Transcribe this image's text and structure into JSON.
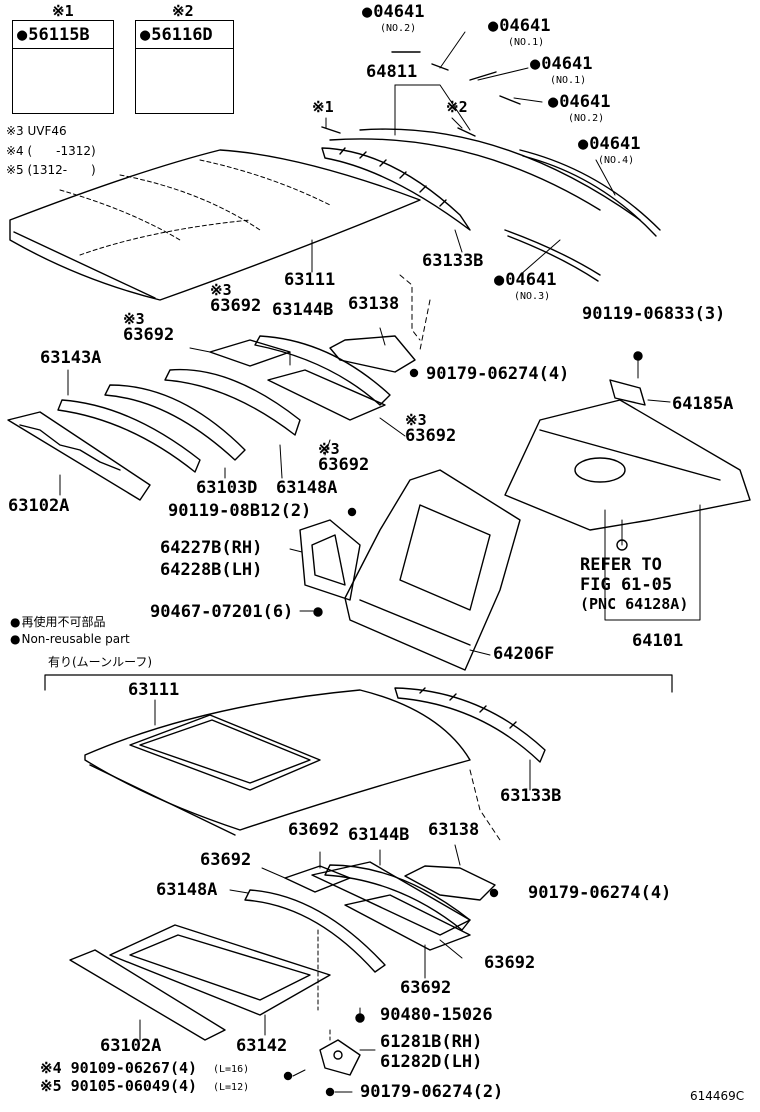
{
  "callout_boxes": [
    {
      "mark": "※1",
      "part": "56115B"
    },
    {
      "mark": "※2",
      "part": "56116D"
    }
  ],
  "notes": {
    "n3": "※3 UVF46",
    "n4": "※4 (　　-1312)",
    "n5": "※5 (1312-　　)"
  },
  "clip_labels": {
    "c1": {
      "part": "04641",
      "sub": "(NO.2)"
    },
    "c2": {
      "part": "04641",
      "sub": "(NO.1)"
    },
    "c3": {
      "part": "04641",
      "sub": "(NO.1)"
    },
    "c4": {
      "part": "04641",
      "sub": "(NO.2)"
    },
    "c5": {
      "part": "04641",
      "sub": "(NO.4)"
    },
    "c6": {
      "part": "04641",
      "sub": "(NO.3)"
    }
  },
  "labels": {
    "p64811": "64811",
    "mark1": "※1",
    "mark2": "※2",
    "p63111a": "63111",
    "p63133Ba": "63133B",
    "p63692a": "63692",
    "mark3a": "※3",
    "p63692b": "63692",
    "mark3b": "※3",
    "p63144Ba": "63144B",
    "p63138a": "63138",
    "p90179a": "90179-06274(4)",
    "p90119a": "90119-06833(3)",
    "p64185A": "64185A",
    "p63143A": "63143A",
    "p63692c": "63692",
    "mark3c": "※3",
    "p63692d": "63692",
    "mark3d": "※3",
    "p63102Aa": "63102A",
    "p63103D": "63103D",
    "p63148Aa": "63148A",
    "p90119b": "90119-08B12(2)",
    "p64227B": "64227B(RH)",
    "p64228B": "64228B(LH)",
    "p90467": "90467-07201(6)",
    "refer1": "REFER TO",
    "refer2": "FIG 61-05",
    "refer3": "(PNC 64128A)",
    "p64101": "64101",
    "p64206F": "64206F",
    "legend_jp": "再使用不可部品",
    "legend_en": "Non-reusable part",
    "section_label": "有り(ムーンルーフ)",
    "p63111b": "63111",
    "p63133Bb": "63133B",
    "p63692e": "63692",
    "p63144Bb": "63144B",
    "p63138b": "63138",
    "p63692f": "63692",
    "p90179b": "90179-06274(4)",
    "p63148Ab": "63148A",
    "p63692g": "63692",
    "p63692h": "63692",
    "p90480": "90480-15026",
    "p63102Ab": "63102A",
    "p63142": "63142",
    "p61281B": "61281B(RH)",
    "p61282D": "61282D(LH)",
    "p90109": "※4 90109-06267(4)",
    "l16": "(L=16)",
    "p90105": "※5 90105-06049(4)",
    "l12": "(L=12)",
    "p90179c": "90179-06274(2)",
    "fig_id": "614469C"
  }
}
